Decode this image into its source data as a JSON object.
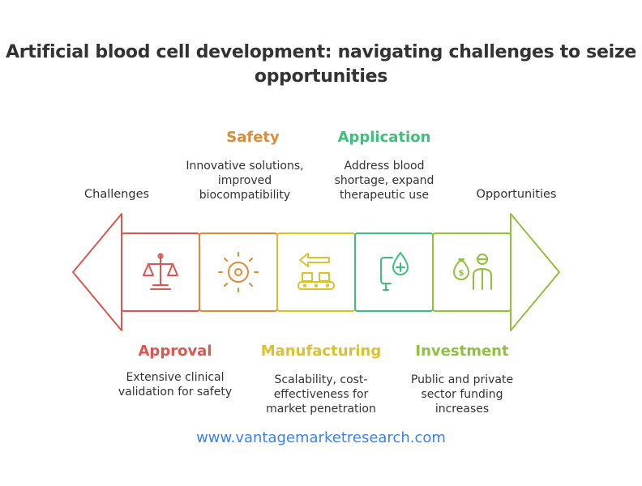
{
  "title_line1": "Artificial blood cell development: navigating challenges to seize",
  "title_line2": "opportunities",
  "left_label": "Challenges",
  "right_label": "Opportunities",
  "stages": [
    {
      "heading": "Approval",
      "desc": [
        "Extensive clinical",
        "validation for safety"
      ],
      "color": "#e0554e",
      "icon": "scales-icon"
    },
    {
      "heading": "Safety",
      "desc": [
        "Innovative solutions,",
        "improved",
        "biocompatibility"
      ],
      "color": "#e08a35",
      "icon": "sun-virus-icon"
    },
    {
      "heading": "Manufacturing",
      "desc": [
        "Scalability, cost-",
        "effectiveness for",
        "market penetration"
      ],
      "color": "#dcc12d",
      "icon": "conveyor-icon"
    },
    {
      "heading": "Application",
      "desc": [
        "Address blood",
        "shortage, expand",
        "therapeutic use"
      ],
      "color": "#3cc07a",
      "icon": "blood-bag-icon"
    },
    {
      "heading": "Investment",
      "desc": [
        "Public and private",
        "sector funding",
        "increases"
      ],
      "color": "#8fc23c",
      "icon": "investor-icon"
    }
  ],
  "footer": "www.vantagemarketresearch.com"
}
